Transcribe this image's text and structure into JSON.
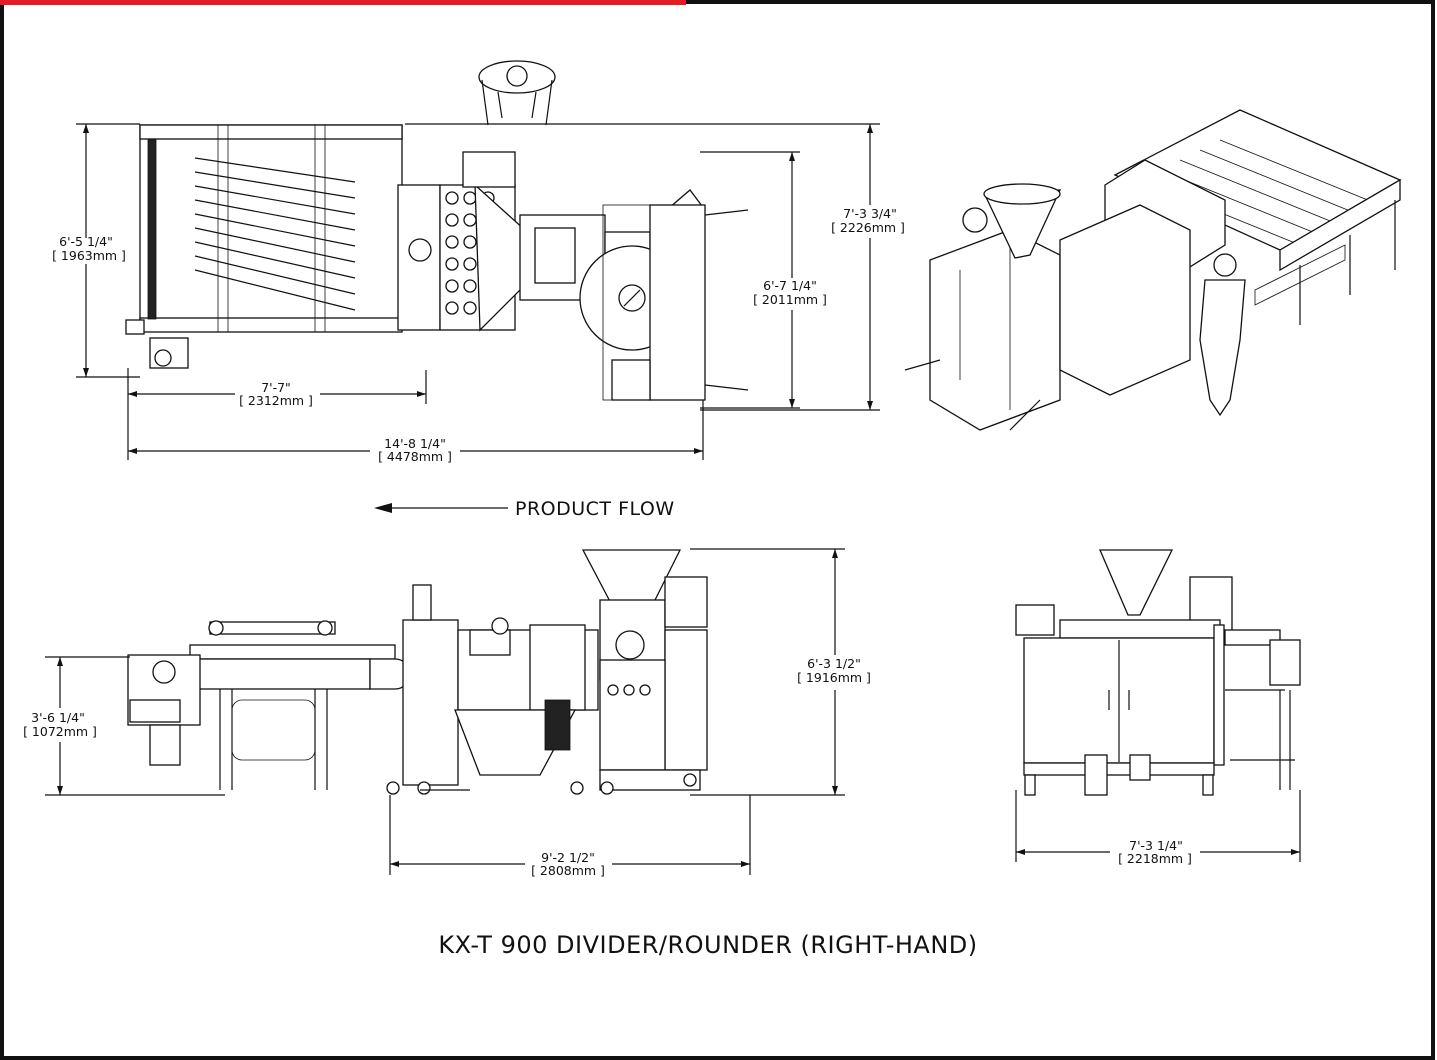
{
  "colors": {
    "accent": "#e31b23",
    "border": "#111111",
    "background": "#ffffff"
  },
  "title": "KX-T 900 DIVIDER/ROUNDER (RIGHT-HAND)",
  "flow_label": "PRODUCT FLOW",
  "dimensions": {
    "top_height_left": {
      "imperial": "6'-5 1/4\"",
      "metric": "[ 1963mm ]"
    },
    "top_height_right_inner": {
      "imperial": "6'-7 1/4\"",
      "metric": "[ 2011mm ]"
    },
    "top_height_right_outer": {
      "imperial": "7'-3 3/4\"",
      "metric": "[ 2226mm ]"
    },
    "top_length_short": {
      "imperial": "7'-7\"",
      "metric": "[ 2312mm ]"
    },
    "top_length_total": {
      "imperial": "14'-8 1/4\"",
      "metric": "[ 4478mm ]"
    },
    "side_height_conveyor": {
      "imperial": "3'-6 1/4\"",
      "metric": "[ 1072mm ]"
    },
    "side_height_total": {
      "imperial": "6'-3 1/2\"",
      "metric": "[ 1916mm ]"
    },
    "side_length": {
      "imperial": "9'-2 1/2\"",
      "metric": "[ 2808mm ]"
    },
    "end_width": {
      "imperial": "7'-3 1/4\"",
      "metric": "[ 2218mm ]"
    }
  }
}
